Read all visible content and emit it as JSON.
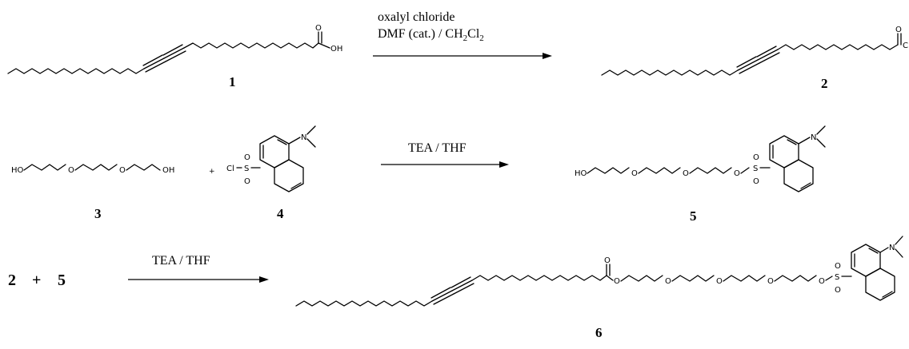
{
  "scheme": {
    "reaction1": {
      "reagent_line1": "oxalyl chloride",
      "reagent_line2": "DMF (cat.) / CH",
      "reagent_line2_sub1": "2",
      "reagent_line2_mid": "Cl",
      "reagent_line2_sub2": "2",
      "reactant_label": "1",
      "product_label": "2"
    },
    "reaction2": {
      "reagent": "TEA / THF",
      "reactant_a_label": "3",
      "reactant_b_label": "4",
      "plus": "+",
      "product_label": "5"
    },
    "reaction3": {
      "reactant_a": "2",
      "plus": "+",
      "reactant_b": "5",
      "reagent": "TEA / THF",
      "product_label": "6"
    },
    "atoms": {
      "oxygen": "O",
      "hydroxyl": "OH",
      "hydroxyl_left": "HO",
      "chlorine": "Cl",
      "acyl_cl": "C",
      "sulfur": "S",
      "nitrogen": "N"
    }
  }
}
